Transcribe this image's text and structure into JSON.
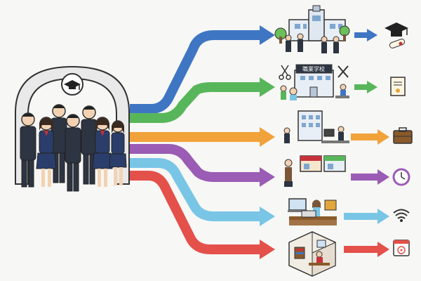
{
  "diagram": {
    "source_label": "",
    "paths": [
      {
        "name": "university-path",
        "color": "#3f76c3",
        "scene": "university-building",
        "outcome_icon": "graduation-cap-icon",
        "outcome2_icon": "diploma-icon"
      },
      {
        "name": "vocational-school-path",
        "color": "#58b65a",
        "scene": "vocational-school-building",
        "sign": "職業学校",
        "outcome_icon": "certificate-icon"
      },
      {
        "name": "employment-path",
        "color": "#f2a23a",
        "scene": "office-building",
        "outcome_icon": "briefcase-icon"
      },
      {
        "name": "part-time-work-path",
        "color": "#9a5cb5",
        "scene": "cafe-shops",
        "outcome_icon": "clock-icon"
      },
      {
        "name": "remote-work-path",
        "color": "#79c5e6",
        "scene": "home-laptop-work",
        "outcome_icon": "wifi-icon"
      },
      {
        "name": "study-at-home-path",
        "color": "#e4504a",
        "scene": "study-room",
        "outcome_icon": "calendar-target-icon"
      }
    ],
    "arch_icon": "graduation-cap-icon",
    "group": "students-in-uniform"
  }
}
